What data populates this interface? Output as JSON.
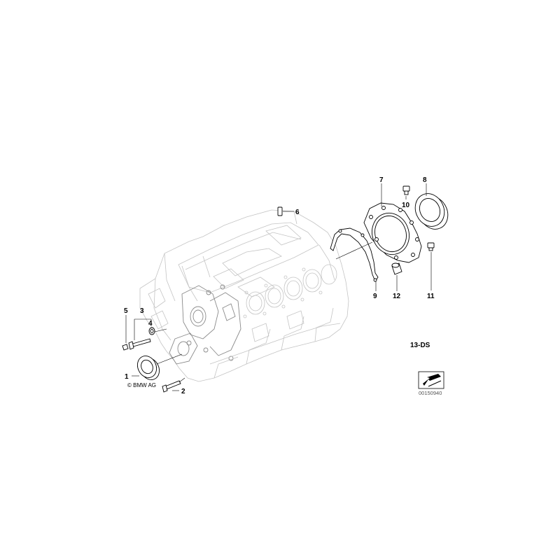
{
  "callouts": {
    "p1": "1",
    "p2": "2",
    "p3": "3",
    "p4": "4",
    "p5": "5",
    "p6": "6",
    "p7": "7",
    "p8": "8",
    "p9": "9",
    "p10": "10",
    "p11": "11",
    "p12": "12"
  },
  "group_code": "13-DS",
  "copyright": "© BMW AG",
  "doc_number": "00150940"
}
